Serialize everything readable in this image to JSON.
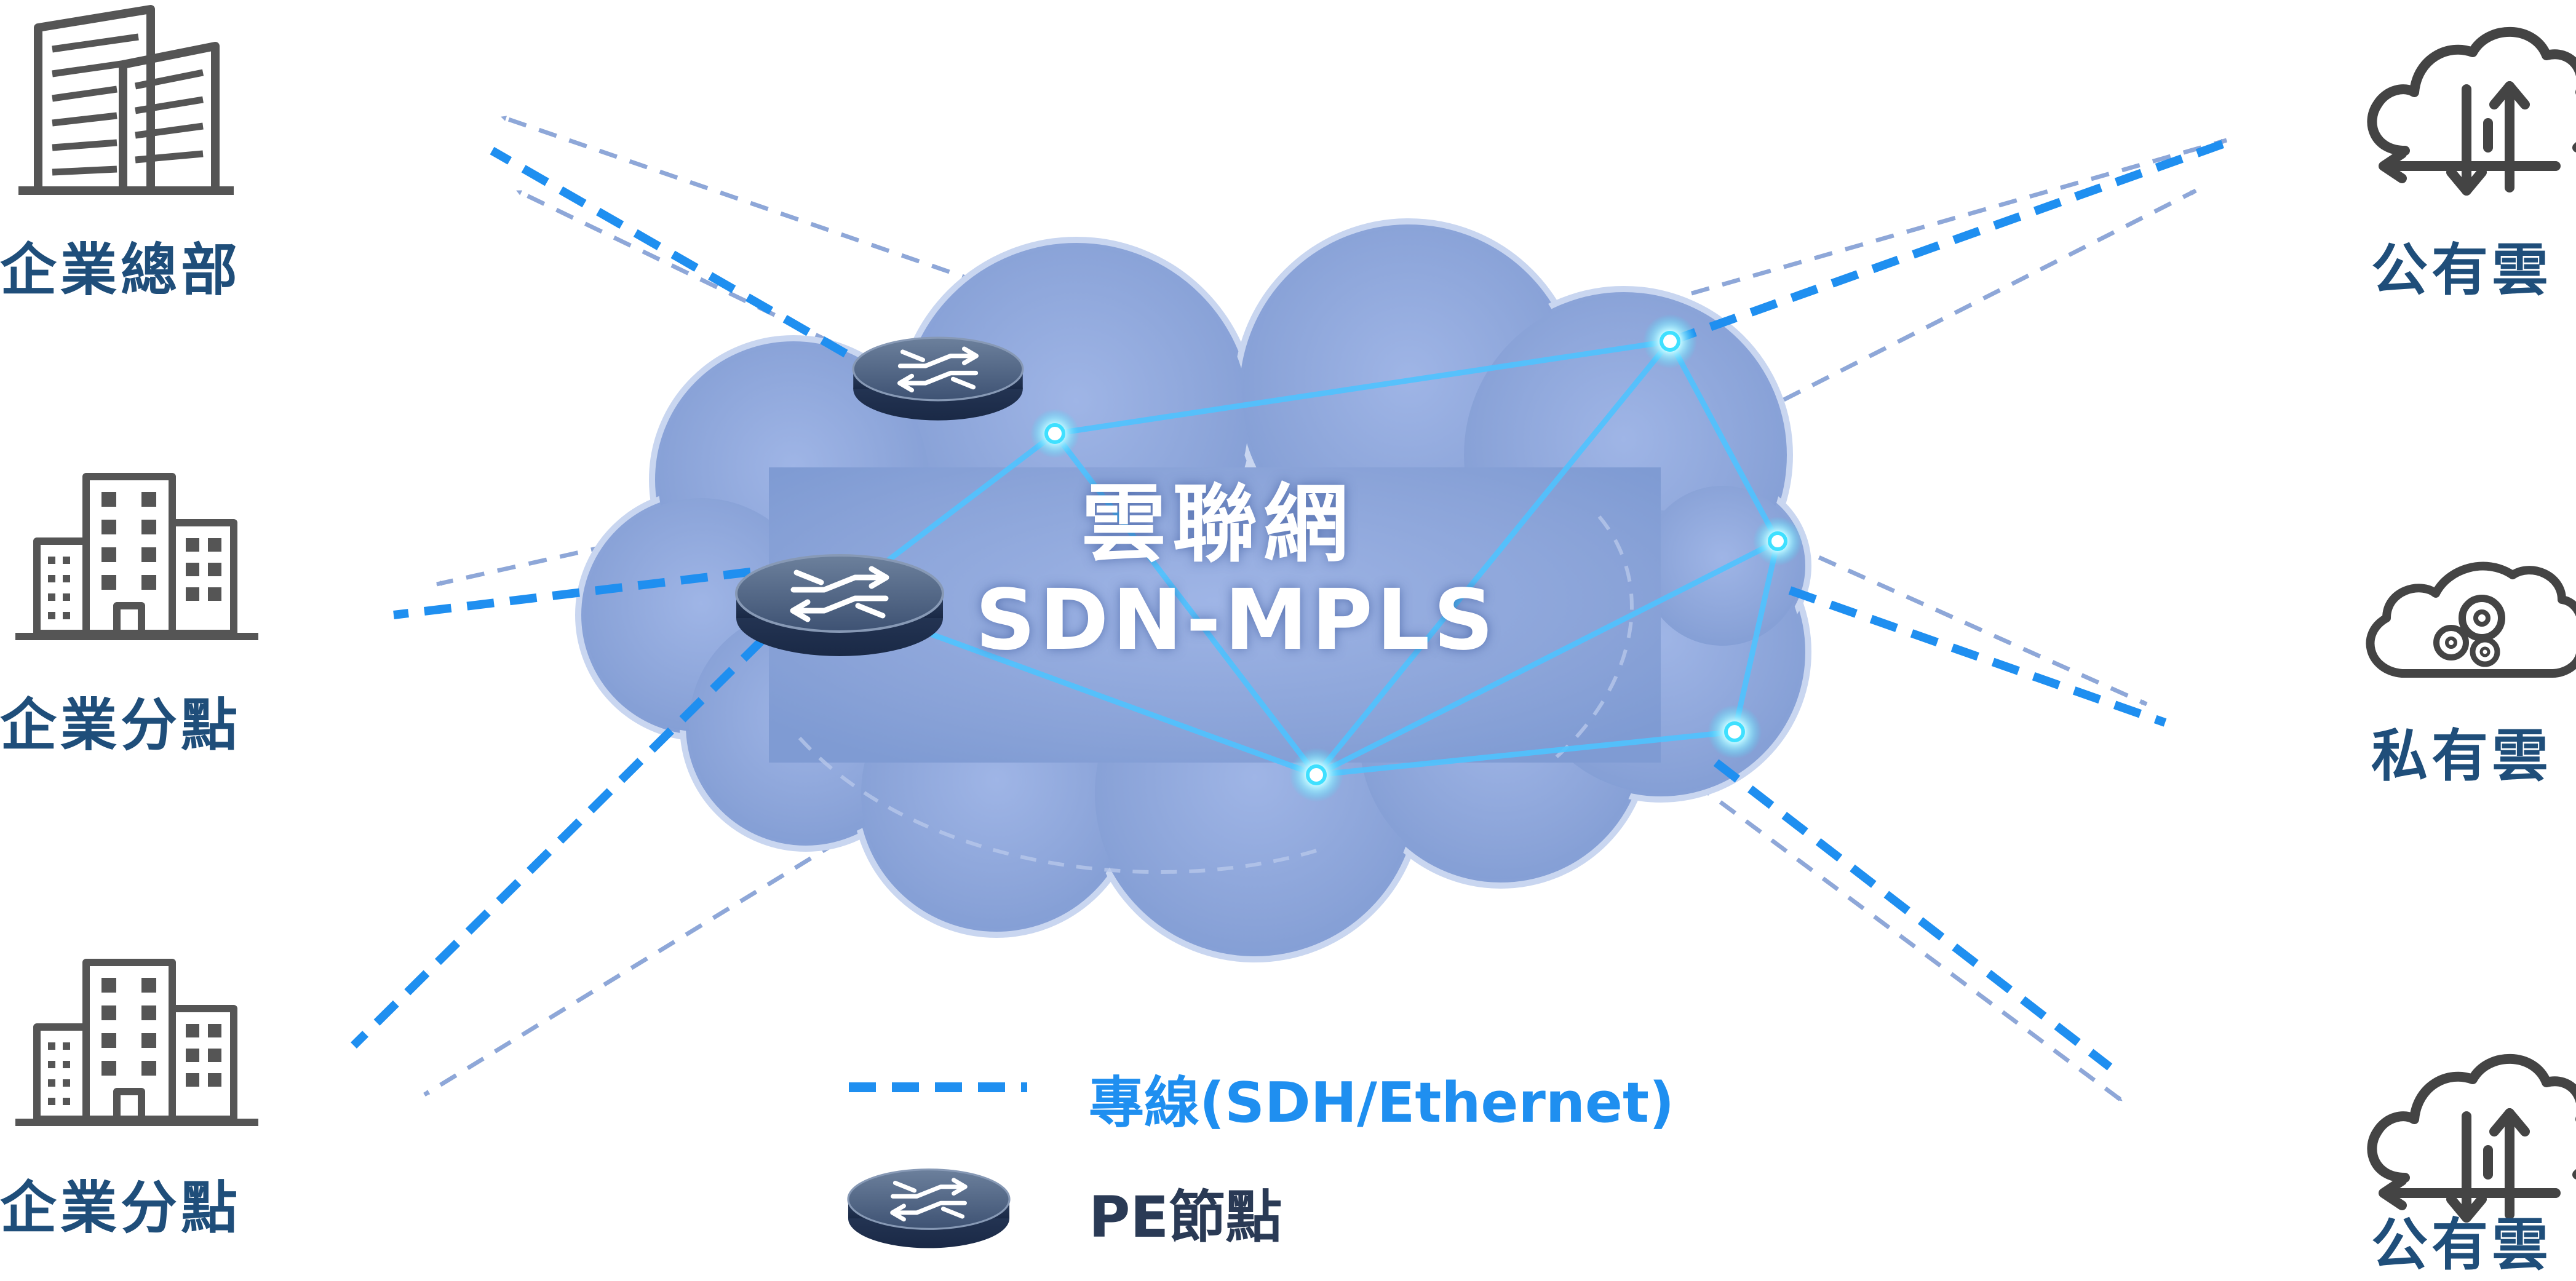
{
  "cloud": {
    "title_line1": "雲聯網",
    "title_line2": "SDN-MPLS"
  },
  "sites": {
    "hq": {
      "label": "企業總部",
      "icon": "office-towers-icon"
    },
    "branch_top": {
      "label": "企業分點",
      "icon": "office-building-icon"
    },
    "branch_bottom": {
      "label": "企業分點",
      "icon": "office-building-icon"
    },
    "public_cloud_top": {
      "label": "公有雲",
      "icon": "cloud-transfer-icon"
    },
    "private_cloud": {
      "label": "私有雲",
      "icon": "cloud-gear-icon"
    },
    "public_cloud_bottom": {
      "label": "公有雲",
      "icon": "cloud-transfer-icon"
    }
  },
  "legend": {
    "dedicated_line": "專線(SDH/Ethernet)",
    "pe_node": "PE節點"
  },
  "colors": {
    "label": "#1f4e7a",
    "dedicated_line": "#1f8ff0",
    "pe_node_label": "#2a3a55",
    "cloud_fill": "#8fa8dc",
    "mesh_line": "#4fc3ff",
    "icon_gray": "#555555"
  }
}
